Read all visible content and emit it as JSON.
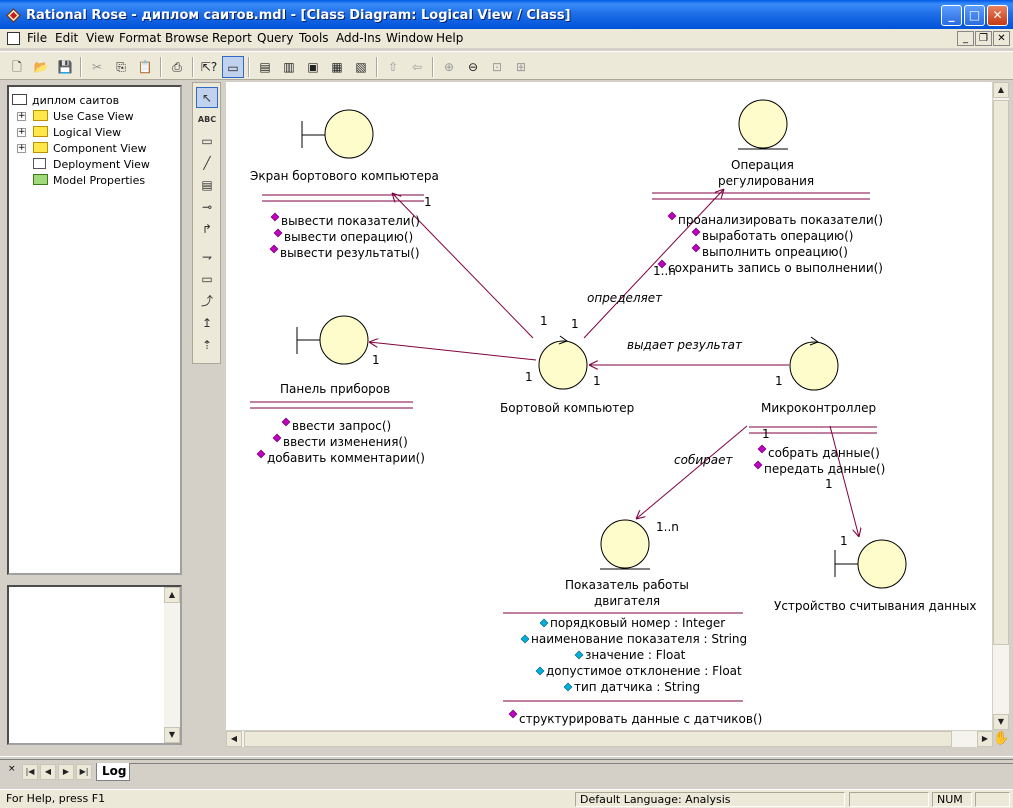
{
  "window": {
    "title": "Rational Rose - диплом саитов.mdl - [Class Diagram: Logical View / Class]",
    "minimize": "_",
    "maximize": "□",
    "close": "✕"
  },
  "menu": [
    "File",
    "Edit",
    "View",
    "Format",
    "Browse",
    "Report",
    "Query",
    "Tools",
    "Add-Ins",
    "Window",
    "Help"
  ],
  "mdi": {
    "minimize": "_",
    "restore": "❐",
    "close": "✕"
  },
  "browser": {
    "root": "диплом саитов",
    "items": [
      "Use Case View",
      "Logical View",
      "Component View",
      "Deployment View",
      "Model Properties"
    ],
    "expand": "+"
  },
  "diagram": {
    "classes": {
      "screen": {
        "name": "Экран бортового компьютера",
        "ops": [
          "вывести показатели()",
          "вывести операцию()",
          "вывести результаты()"
        ]
      },
      "operation": {
        "name1": "Операция",
        "name2": "регулирования",
        "ops": [
          "проанализировать показатели()",
          "выработать операцию()",
          "выполнить опреацию()",
          "сохранить запись о выполнении()"
        ]
      },
      "panel": {
        "name": "Панель приборов",
        "ops": [
          "ввести запрос()",
          "ввести изменения()",
          "добавить комментарии()"
        ]
      },
      "computer": {
        "name": "Бортовой компьютер"
      },
      "micro": {
        "name": "Микроконтроллер",
        "ops": [
          "собрать данные()",
          "передать данные()"
        ]
      },
      "indicator": {
        "name1": "Показатель работы",
        "name2": "двигателя",
        "attrs": [
          "порядковый номер : Integer",
          "наименование показателя : String",
          "значение : Float",
          "допустимое отклонение : Float",
          "тип датчика : String"
        ],
        "ops": [
          "структурировать данные с датчиков()"
        ]
      },
      "reader": {
        "name": "Устройство считывания данных"
      }
    },
    "assoc": {
      "defines": "определяет",
      "returns": "выдает результат",
      "collects": "собирает"
    },
    "mult": {
      "one": "1",
      "many": "1..n"
    }
  },
  "log_tab": "Log",
  "status": {
    "help": "For Help, press F1",
    "language": "Default Language: Analysis",
    "num": "NUM"
  },
  "colors": {
    "class_fill": "#fffccb",
    "assoc_line": "#800040",
    "op_icon": "#c000c0",
    "attr_icon": "#00b0d8"
  }
}
